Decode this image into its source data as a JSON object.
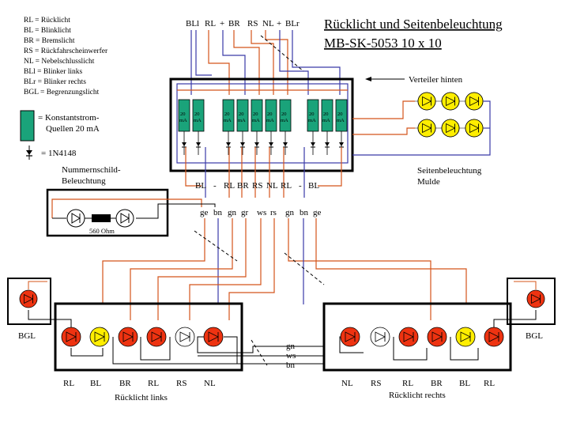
{
  "title": {
    "line1": "Rücklicht und Seitenbeleuchtung",
    "line2": "MB-SK-5053 10 x 10"
  },
  "legend": [
    "RL = Rücklicht",
    "BL = Blinklicht",
    "BR = Bremslicht",
    "RS = Rückfahrscheinwerfer",
    "NL = Nebelschlusslicht",
    "BLl = Blinker links",
    "BLr = Blinker rechts",
    "BGL = Begrenzungslicht"
  ],
  "key": {
    "constant_current_line1": "= Konstantstrom-",
    "constant_current_line2": "Quellen 20 mA",
    "diode": "= 1N4148"
  },
  "top_connector_labels": [
    "BLl",
    "RL",
    "+",
    "BR",
    "RS",
    "NL",
    "+",
    "BLr"
  ],
  "distributor_label": "Verteiler hinten",
  "current_source_label": [
    "20",
    "mA"
  ],
  "bottom_connector_labels": [
    "BL",
    "-",
    "RL",
    "BR",
    "RS",
    "NL",
    "RL",
    "-",
    "BL"
  ],
  "wire_colors": [
    "ge",
    "bn",
    "gn",
    "gr",
    "ws",
    "rs",
    "gn",
    "bn",
    "ge"
  ],
  "license_plate": {
    "label_line1": "Nummernschild-",
    "label_line2": "Beleuchtung",
    "resistor": "560 Ohm"
  },
  "side_lighting": {
    "label_line1": "Seitenbeleuchtung",
    "label_line2": "Mulde"
  },
  "bgl_left": "BGL",
  "bgl_right": "BGL",
  "rear_left": {
    "labels": [
      "RL",
      "BL",
      "BR",
      "RL",
      "RS",
      "NL"
    ],
    "caption": "Rücklicht links"
  },
  "rear_right": {
    "labels": [
      "NL",
      "RS",
      "RL",
      "BR",
      "BL",
      "RL"
    ],
    "caption": "Rücklicht rechts"
  },
  "cross_wires": [
    "gn",
    "ws",
    "bn"
  ],
  "colors": {
    "wire_blue": "#3a3aa8",
    "wire_orange": "#d4541a",
    "wire_dark": "#444444",
    "led_red": "#ee3311",
    "led_yellow": "#ffee00",
    "led_white": "#ffffff",
    "current_source": "#1aa37a"
  }
}
